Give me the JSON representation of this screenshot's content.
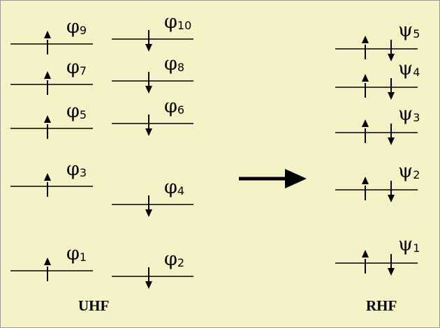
{
  "uhf": {
    "title": "UHF",
    "alpha_levels": [
      {
        "symbol": "φ",
        "index": "9"
      },
      {
        "symbol": "φ",
        "index": "7"
      },
      {
        "symbol": "φ",
        "index": "5"
      },
      {
        "symbol": "φ",
        "index": "3"
      },
      {
        "symbol": "φ",
        "index": "1"
      }
    ],
    "beta_levels": [
      {
        "symbol": "φ",
        "index": "10"
      },
      {
        "symbol": "φ",
        "index": "8"
      },
      {
        "symbol": "φ",
        "index": "6"
      },
      {
        "symbol": "φ",
        "index": "4"
      },
      {
        "symbol": "φ",
        "index": "2"
      }
    ]
  },
  "rhf": {
    "title": "RHF",
    "levels": [
      {
        "symbol": "ψ",
        "index": "5"
      },
      {
        "symbol": "ψ",
        "index": "4"
      },
      {
        "symbol": "ψ",
        "index": "3"
      },
      {
        "symbol": "ψ",
        "index": "2"
      },
      {
        "symbol": "ψ",
        "index": "1"
      }
    ]
  },
  "colors": {
    "background": "#f6f2c8",
    "ink": "#000000",
    "border": "#9a9a9a"
  }
}
